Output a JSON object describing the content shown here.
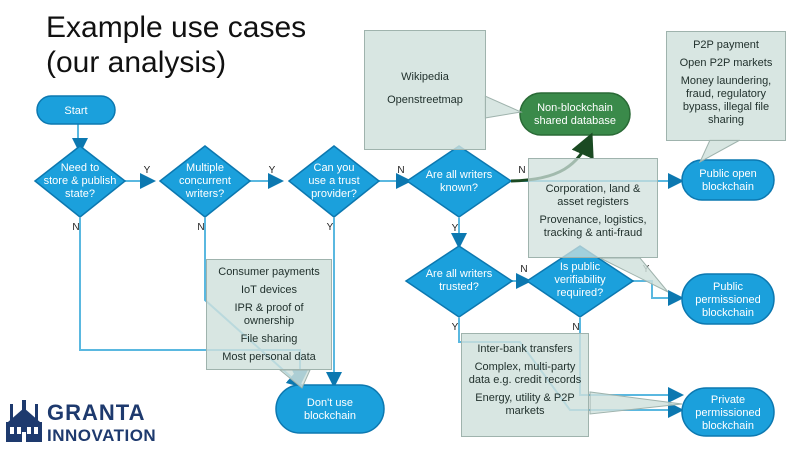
{
  "slide": {
    "title_line1": "Example use cases",
    "title_line2": "(our analysis)"
  },
  "colors": {
    "node": "#1ba0dc",
    "node_border": "#0c78b0",
    "green": "#3a8a4a",
    "flow_line": "#5ab8e0",
    "callout_bg": "#d0e0dc"
  },
  "nodes": {
    "start": "Start",
    "q1": [
      "Need to",
      "store & publish",
      "state?"
    ],
    "q2": [
      "Multiple",
      "concurrent",
      "writers?"
    ],
    "q3": [
      "Can you",
      "use a trust",
      "provider?"
    ],
    "q4": [
      "Are all writers",
      "known?"
    ],
    "q5": [
      "Are all writers",
      "trusted?"
    ],
    "q6": [
      "Is public",
      "verifiability",
      "required?"
    ],
    "non_blockchain": [
      "Non-blockchain",
      "shared database"
    ],
    "public_open": [
      "Public open",
      "blockchain"
    ],
    "public_permissioned": [
      "Public",
      "permissioned",
      "blockchain"
    ],
    "private_permissioned": [
      "Private",
      "permissioned",
      "blockchain"
    ],
    "dont_use": [
      "Don't use",
      "blockchain"
    ]
  },
  "edge_labels": {
    "q1_q2": "Y",
    "q2_q3": "Y",
    "q3_q4": "N",
    "q4_right": "N",
    "q1_down": "N",
    "q2_down": "N",
    "q3_down": "Y",
    "q4_down": "Y",
    "q5_right": "N",
    "q6_right": "Y",
    "q5_down": "Y",
    "q6_down": "N"
  },
  "callouts": {
    "wiki": [
      "Wikipedia",
      "Openstreetmap"
    ],
    "public_open": [
      "P2P payment",
      "Open P2P markets",
      "Money laundering, fraud, regulatory bypass, illegal file sharing"
    ],
    "corporate": [
      "Corporation, land & asset registers",
      "Provenance, logistics, tracking & anti-fraud"
    ],
    "consumer": [
      "Consumer payments",
      "IoT devices",
      "IPR & proof of ownership",
      "File sharing",
      "Most personal data"
    ],
    "interbank": [
      "Inter-bank transfers",
      "Complex, multi-party data e.g. credit records",
      "Energy, utility & P2P markets"
    ]
  },
  "logo": {
    "line1": "GRANTA",
    "line2": "INNOVATION"
  }
}
